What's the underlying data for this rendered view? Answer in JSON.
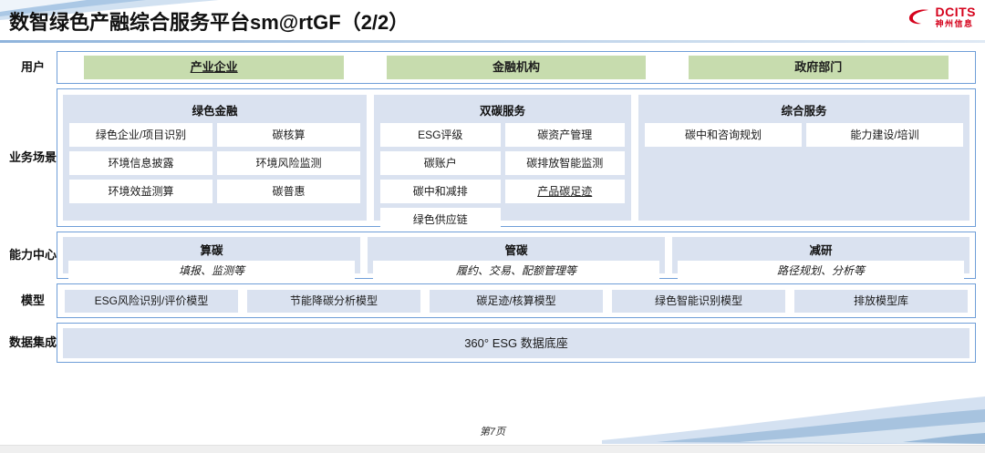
{
  "header": {
    "title": "数智绿色产融综合服务平台sm@rtGF（2/2）",
    "logo": {
      "en": "DCITS",
      "cn": "神州信息",
      "mark": "swoosh-logo-icon",
      "color": "#d5021c"
    }
  },
  "colors": {
    "panel_blue": "#dae2f0",
    "user_green": "#c7dcae",
    "border_blue": "#6f9ed8",
    "logo_red": "#d5021c"
  },
  "rows": [
    {
      "label": "用户",
      "users": [
        {
          "label": "产业企业",
          "underline": true
        },
        {
          "label": "金融机构",
          "underline": false
        },
        {
          "label": "政府部门",
          "underline": false
        }
      ]
    },
    {
      "label": "业务场景",
      "panels": [
        {
          "title": "绿色金融",
          "cells": [
            {
              "label": "绿色企业/项目识别",
              "underline": false
            },
            {
              "label": "碳核算",
              "underline": false
            },
            {
              "label": "环境信息披露",
              "underline": false
            },
            {
              "label": "环境风险监测",
              "underline": false
            },
            {
              "label": "环境效益测算",
              "underline": false
            },
            {
              "label": "碳普惠",
              "underline": false
            }
          ]
        },
        {
          "title": "双碳服务",
          "cells": [
            {
              "label": "ESG评级",
              "underline": false
            },
            {
              "label": "碳资产管理",
              "underline": false
            },
            {
              "label": "碳账户",
              "underline": false
            },
            {
              "label": "碳排放智能监测",
              "underline": false
            },
            {
              "label": "碳中和减排",
              "underline": false
            },
            {
              "label": "产品碳足迹",
              "underline": true
            },
            {
              "label": "绿色供应链",
              "underline": false
            }
          ]
        },
        {
          "title": "综合服务",
          "cells": [
            {
              "label": "碳中和咨询规划",
              "underline": false
            },
            {
              "label": "能力建设/培训",
              "underline": false
            }
          ]
        }
      ]
    },
    {
      "label": "能力中心",
      "capabilities": [
        {
          "title": "算碳",
          "sub": "填报、监测等"
        },
        {
          "title": "管碳",
          "sub": "履约、交易、配额管理等"
        },
        {
          "title": "减研",
          "sub": "路径规划、分析等"
        }
      ]
    },
    {
      "label": "模型",
      "models": [
        "ESG风险识别/评价模型",
        "节能降碳分析模型",
        "碳足迹/核算模型",
        "绿色智能识别模型",
        "排放模型库"
      ]
    },
    {
      "label": "数据集成",
      "data_base": "360° ESG 数据底座"
    }
  ],
  "footer": {
    "page": "第7页"
  }
}
